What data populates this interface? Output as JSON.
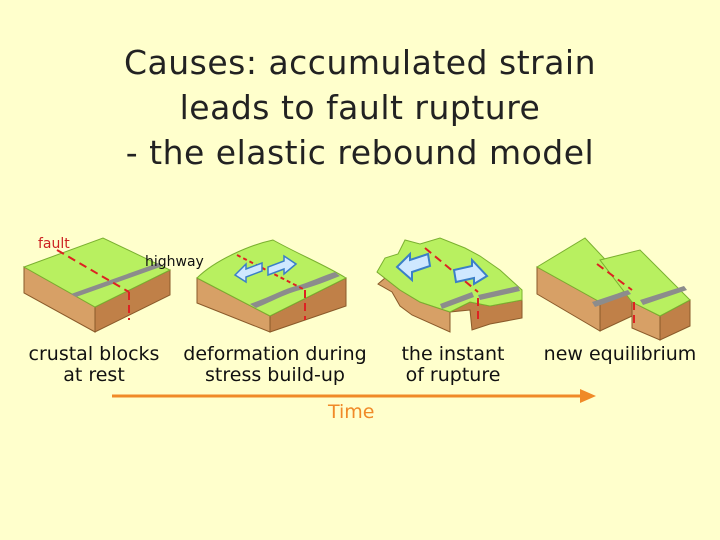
{
  "slide": {
    "title_lines": [
      "Causes: accumulated strain",
      "leads to fault rupture",
      "- the elastic rebound model"
    ]
  },
  "diagram": {
    "labels": {
      "fault": "fault",
      "highway": "highway",
      "time": "Time"
    },
    "stages": [
      {
        "caption_lines": [
          "crustal blocks",
          "at rest"
        ]
      },
      {
        "caption_lines": [
          "deformation during",
          "stress build-up"
        ]
      },
      {
        "caption_lines": [
          "the instant",
          "of rupture"
        ]
      },
      {
        "caption_lines": [
          "new equilibrium"
        ]
      }
    ],
    "colors": {
      "background": "#ffffcc",
      "ground_top": "#b8f060",
      "ground_side": "#c89058",
      "ground_front": "#d7a066",
      "road": "#8c8c8c",
      "fault_line": "#dd2222",
      "arrow_fill": "#cfe8ff",
      "arrow_stroke": "#3a7fc8",
      "time_arrow": "#f08a28"
    }
  }
}
